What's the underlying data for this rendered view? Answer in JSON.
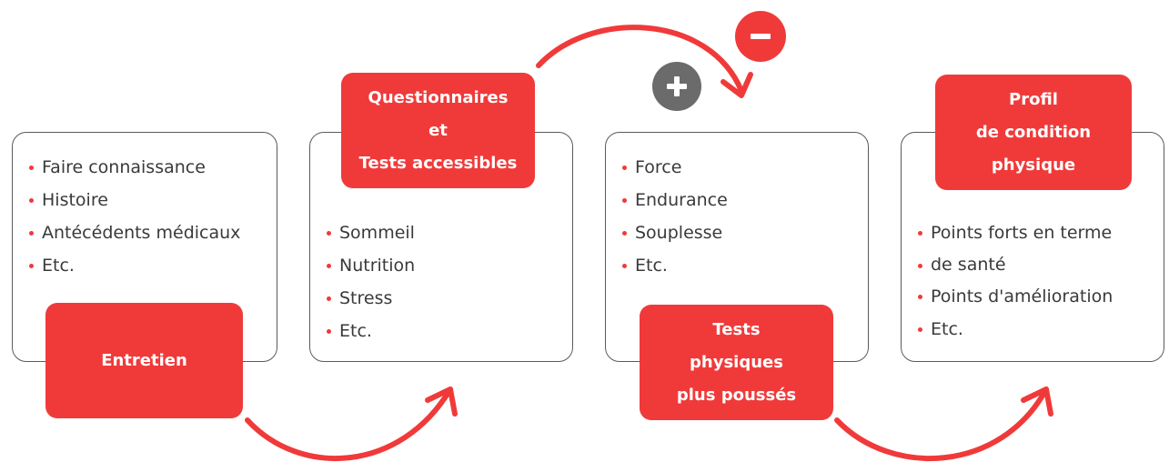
{
  "steps": [
    {
      "title_lines": [
        "Entretien"
      ],
      "items": [
        "Faire connaissance",
        "Histoire",
        "Antécédents médicaux",
        "Etc."
      ]
    },
    {
      "title_lines": [
        "Questionnaires",
        "et",
        "Tests accessibles"
      ],
      "items": [
        "Sommeil",
        "Nutrition",
        "Stress",
        "Etc."
      ]
    },
    {
      "title_lines": [
        "Tests",
        "physiques",
        "plus poussés"
      ],
      "items": [
        "Force",
        "Endurance",
        "Souplesse",
        "Etc."
      ]
    },
    {
      "title_lines": [
        "Profil",
        "de condition",
        "physique"
      ],
      "items": [
        "Points forts en terme",
        "de santé",
        "Points d'amélioration",
        "Etc."
      ]
    }
  ],
  "badges": {
    "plus": "+",
    "minus": "−"
  },
  "colors": {
    "accent": "#f03a3a",
    "badge_gray": "#6b6b6b",
    "text": "#3a3a3a",
    "border": "#5a5a5a"
  },
  "icons": [
    "curved-arrow-icon",
    "plus-icon",
    "minus-icon"
  ]
}
